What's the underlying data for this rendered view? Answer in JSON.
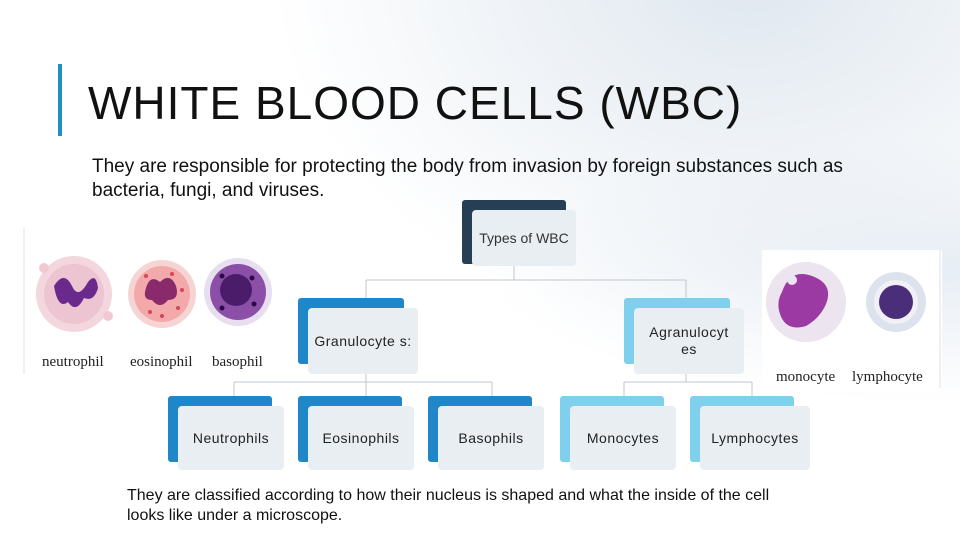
{
  "slide": {
    "title": "WHITE BLOOD CELLS (WBC)",
    "description": "They are responsible for protecting the body from invasion by foreign substances such as bacteria, fungi, and viruses.",
    "footer": "They are classified according to how their nucleus is shaped and what the inside of the cell looks like under a microscope."
  },
  "diagram": {
    "root": "Types of WBC",
    "groups": [
      {
        "label": "Granulocyte s:",
        "children": [
          "Neutrophils",
          "Eosinophils",
          "Basophils"
        ]
      },
      {
        "label": "Agranulocyt es",
        "children": [
          "Monocytes",
          "Lymphocytes"
        ]
      }
    ]
  },
  "cell_images": {
    "left_labels": [
      "neutrophil",
      "eosinophil",
      "basophil"
    ],
    "right_labels": [
      "monocyte",
      "lymphocyte"
    ]
  },
  "colors": {
    "accent": "#1e8ec9",
    "root_block": "#263f54",
    "granulocyte_block": "#1f87c8",
    "agranulocyte_block": "#7fd0ec"
  }
}
